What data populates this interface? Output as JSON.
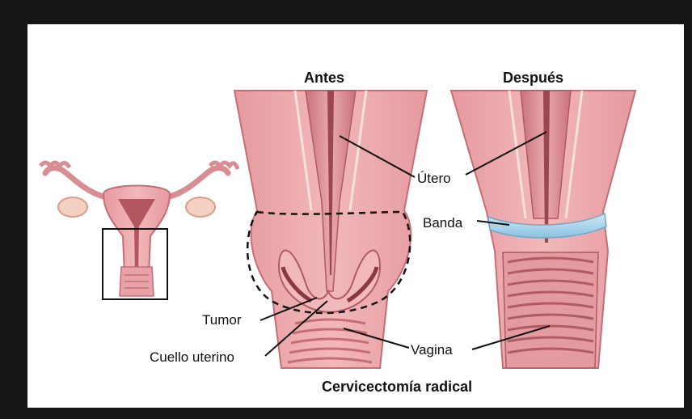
{
  "labels": {
    "before": "Antes",
    "after": "Después",
    "uterus": "Útero",
    "band": "Banda",
    "tumor": "Tumor",
    "cervix": "Cuello uterino",
    "vagina": "Vagina"
  },
  "caption": "Cervicectomía radical",
  "colors": {
    "tissue": "#e8a0a4",
    "tissue_light": "#f3c6c6",
    "tissue_dark": "#c56d74",
    "band": "#a9d3ea",
    "frame": "#161616",
    "background": "#ffffff"
  }
}
